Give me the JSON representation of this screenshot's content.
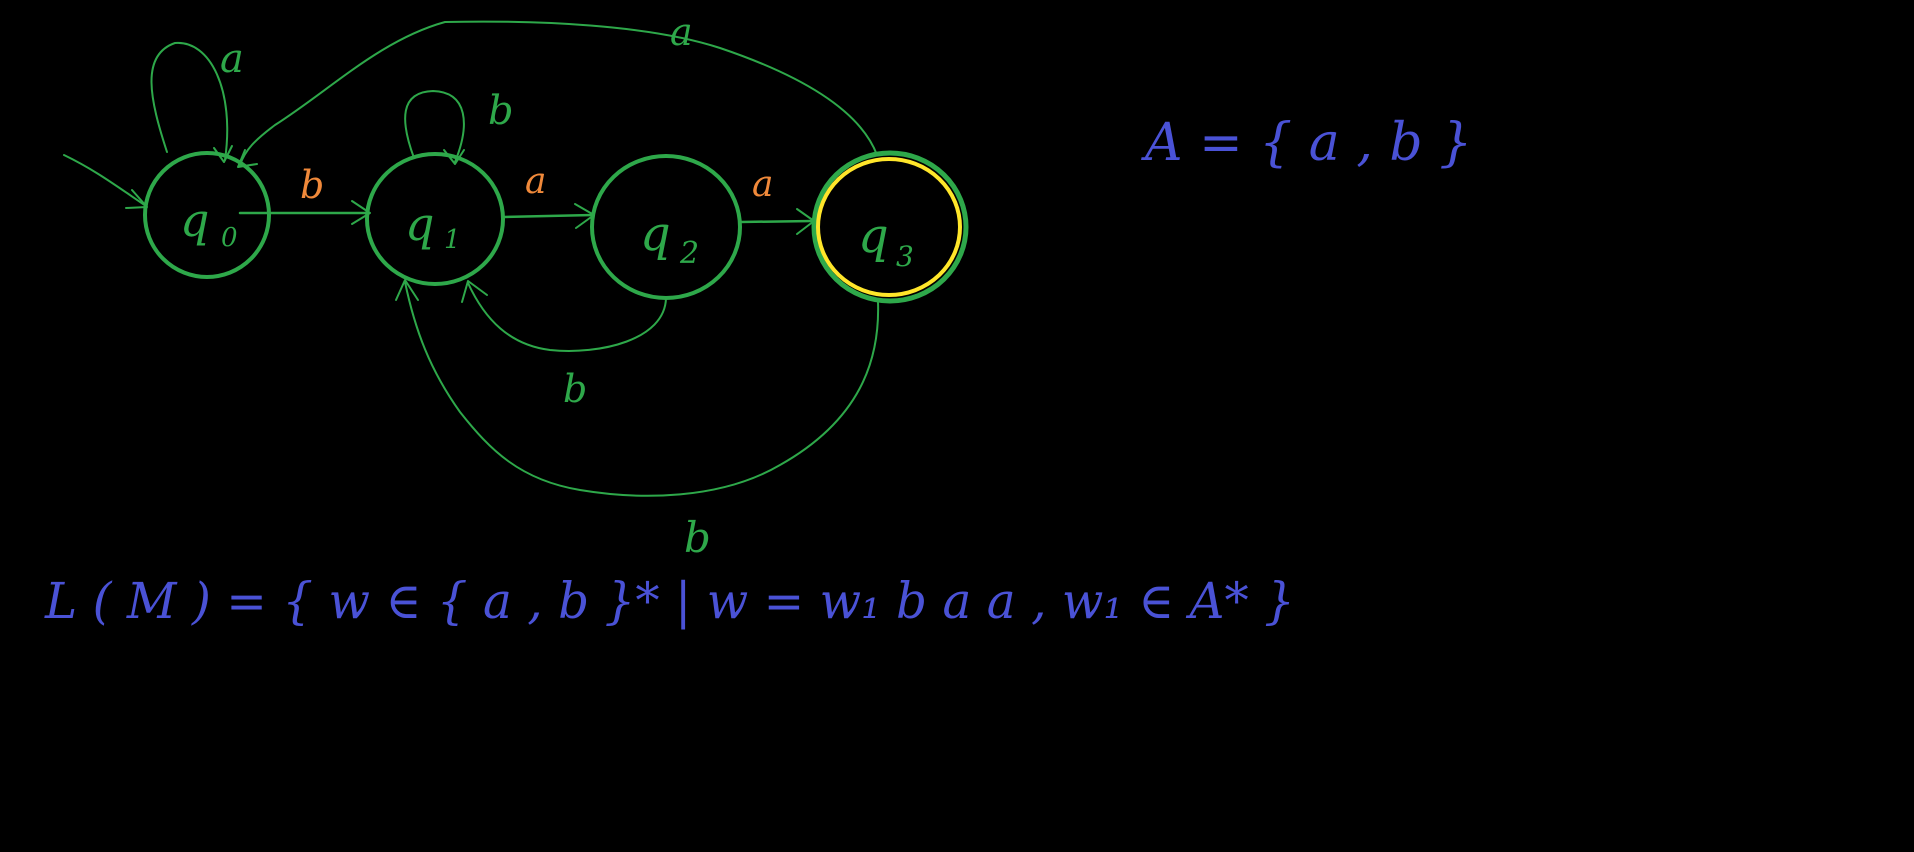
{
  "colors": {
    "background": "#000000",
    "diagram": "#2ea84a",
    "accent_label": "#f0893a",
    "formula": "#4a52d6",
    "final_highlight": "#ffe62a"
  },
  "states": [
    {
      "id": "q0",
      "base": "q",
      "sub": "0",
      "initial": true,
      "final": false
    },
    {
      "id": "q1",
      "base": "q",
      "sub": "1",
      "initial": false,
      "final": false
    },
    {
      "id": "q2",
      "base": "q",
      "sub": "2",
      "initial": false,
      "final": false
    },
    {
      "id": "q3",
      "base": "q",
      "sub": "3",
      "initial": false,
      "final": true
    }
  ],
  "transitions": [
    {
      "from": "q0",
      "to": "q0",
      "symbol": "a"
    },
    {
      "from": "q0",
      "to": "q1",
      "symbol": "b"
    },
    {
      "from": "q1",
      "to": "q1",
      "symbol": "b"
    },
    {
      "from": "q1",
      "to": "q2",
      "symbol": "a"
    },
    {
      "from": "q2",
      "to": "q3",
      "symbol": "a"
    },
    {
      "from": "q2",
      "to": "q1",
      "symbol": "b"
    },
    {
      "from": "q3",
      "to": "q0",
      "symbol": "a"
    },
    {
      "from": "q3",
      "to": "q1",
      "symbol": "b"
    }
  ],
  "alphabet": {
    "text": "A = { a , b }"
  },
  "language": {
    "text": "L ( M ) = { w ∈ { a , b }* | w = w₁ b a a ,  w₁ ∈ A* }"
  }
}
